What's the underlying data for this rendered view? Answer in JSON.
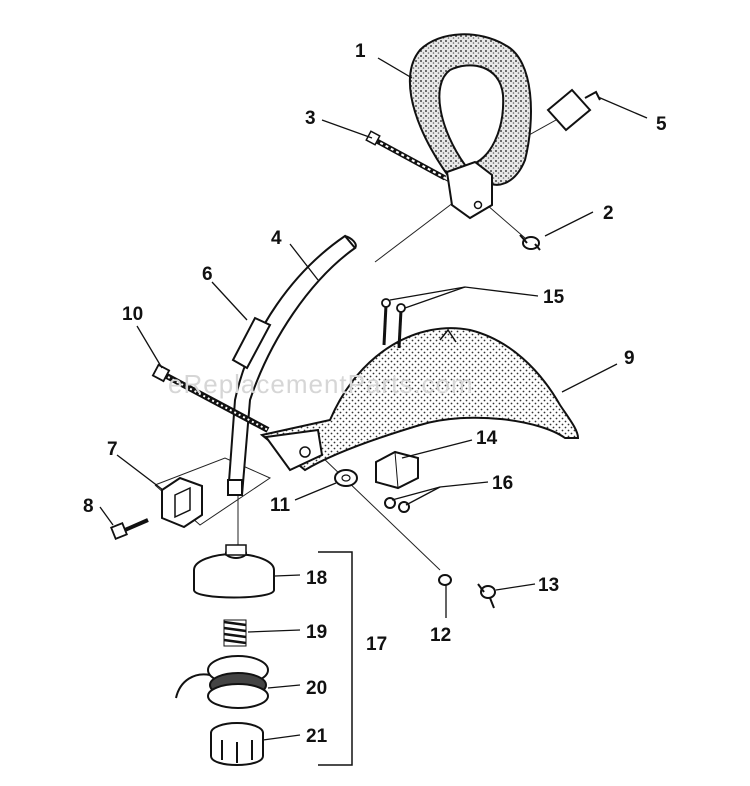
{
  "watermark": "eReplacementParts.com",
  "callouts": {
    "p1": "1",
    "p2": "2",
    "p3": "3",
    "p4": "4",
    "p5": "5",
    "p6": "6",
    "p7": "7",
    "p8": "8",
    "p9": "9",
    "p10": "10",
    "p11": "11",
    "p12": "12",
    "p13": "13",
    "p14": "14",
    "p15": "15",
    "p16": "16",
    "p17": "17",
    "p18": "18",
    "p19": "19",
    "p20": "20",
    "p21": "21"
  },
  "colors": {
    "ink": "#111111",
    "watermark": "#d6d6d6",
    "paper": "#ffffff"
  }
}
